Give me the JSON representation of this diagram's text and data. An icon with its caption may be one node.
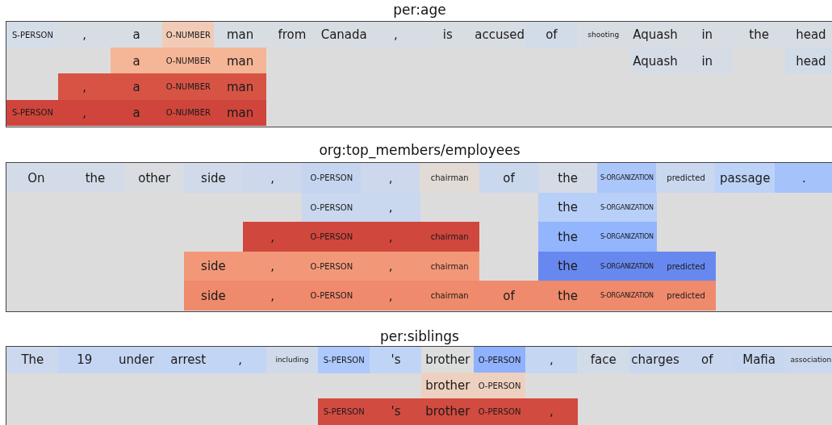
{
  "diagram": {
    "nodes": [
      {
        "text": [
          "per:age"
        ]
      },
      {
        "text": [
          "S-PERSON"
        ],
        "in": 0
      },
      {
        "text": [
          ","
        ],
        "in": 0
      },
      {
        "text": [
          "a"
        ],
        "in": 0
      },
      {
        "text": [
          "O-NUMBER"
        ],
        "in": 0
      },
      {
        "text": [
          "man"
        ],
        "in": 0
      },
      {
        "text": [
          "from"
        ],
        "in": 0
      },
      {
        "text": [
          "Canada"
        ],
        "in": 0
      },
      {
        "text": [
          ","
        ],
        "in": 0
      },
      {
        "text": [
          "is"
        ],
        "in": 0
      },
      {
        "text": [
          "accused"
        ],
        "in": 0
      },
      {
        "text": [
          "of"
        ],
        "in": 0
      },
      {
        "text": [
          "shooting"
        ],
        "in": 0
      },
      {
        "text": [
          "Aquash"
        ],
        "in": 0
      },
      {
        "text": [
          "in"
        ],
        "in": 0
      },
      {
        "text": [
          "the"
        ],
        "in": 0
      },
      {
        "text": [
          "head"
        ],
        "in": 0
      },
      {
        "text": [
          "a"
        ],
        "in": 0
      },
      {
        "text": [
          "O-NUMBER"
        ],
        "in": 0
      },
      {
        "text": [
          "man"
        ],
        "in": 0
      },
      {
        "text": [
          "Aquash"
        ],
        "in": 0
      },
      {
        "text": [
          "in"
        ],
        "in": 0
      },
      {
        "text": [
          "head"
        ],
        "in": 0
      },
      {
        "text": [
          ","
        ],
        "in": 0
      },
      {
        "text": [
          "a"
        ],
        "in": 0
      },
      {
        "text": [
          "O-NUMBER"
        ],
        "in": 0
      },
      {
        "text": [
          "man"
        ],
        "in": 0
      },
      {
        "text": [
          "S-PERSON"
        ],
        "in": 0
      },
      {
        "text": [
          ","
        ],
        "in": 0
      },
      {
        "text": [
          "a"
        ],
        "in": 0
      },
      {
        "text": [
          "O-NUMBER"
        ],
        "in": 0
      },
      {
        "text": [
          "man"
        ],
        "in": 0
      },
      {
        "text": [
          "org:top_members/employees"
        ]
      },
      {
        "text": [
          "On"
        ],
        "in": 32
      },
      {
        "text": [
          "the"
        ],
        "in": 32
      },
      {
        "text": [
          "other"
        ],
        "in": 32
      },
      {
        "text": [
          "side"
        ],
        "in": 32
      },
      {
        "text": [
          ","
        ],
        "in": 32
      },
      {
        "text": [
          "O-PERSON"
        ],
        "in": 32
      },
      {
        "text": [
          ","
        ],
        "in": 32
      },
      {
        "text": [
          "chairman"
        ],
        "in": 32
      },
      {
        "text": [
          "of"
        ],
        "in": 32
      },
      {
        "text": [
          "the"
        ],
        "in": 32
      },
      {
        "text": [
          "S-ORGANIZATION"
        ],
        "in": 32
      },
      {
        "text": [
          "predicted"
        ],
        "in": 32
      },
      {
        "text": [
          "passage"
        ],
        "in": 32
      },
      {
        "text": [
          "."
        ],
        "in": 32
      },
      {
        "text": [
          "O-PERSON"
        ],
        "in": 32
      },
      {
        "text": [
          ","
        ],
        "in": 32
      },
      {
        "text": [
          "the"
        ],
        "in": 32
      },
      {
        "text": [
          "S-ORGANIZATION"
        ],
        "in": 32
      },
      {
        "text": [
          ","
        ],
        "in": 32
      },
      {
        "text": [
          "O-PERSON"
        ],
        "in": 32
      },
      {
        "text": [
          ","
        ],
        "in": 32
      },
      {
        "text": [
          "chairman"
        ],
        "in": 32
      },
      {
        "text": [
          "the"
        ],
        "in": 32
      },
      {
        "text": [
          "S-ORGANIZATION"
        ],
        "in": 32
      },
      {
        "text": [
          "side"
        ],
        "in": 32
      },
      {
        "text": [
          ","
        ],
        "in": 32
      },
      {
        "text": [
          "O-PERSON"
        ],
        "in": 32
      },
      {
        "text": [
          ","
        ],
        "in": 32
      },
      {
        "text": [
          "chairman"
        ],
        "in": 32
      },
      {
        "text": [
          "the"
        ],
        "in": 32
      },
      {
        "text": [
          "S-ORGANIZATION"
        ],
        "in": 32
      },
      {
        "text": [
          "predicted"
        ],
        "in": 32
      },
      {
        "text": [
          "side"
        ],
        "in": 32
      },
      {
        "text": [
          ","
        ],
        "in": 32
      },
      {
        "text": [
          "O-PERSON"
        ],
        "in": 32
      },
      {
        "text": [
          ","
        ],
        "in": 32
      },
      {
        "text": [
          "chairman"
        ],
        "in": 32
      },
      {
        "text": [
          "of"
        ],
        "in": 32
      },
      {
        "text": [
          "the"
        ],
        "in": 32
      },
      {
        "text": [
          "S-ORGANIZATION"
        ],
        "in": 32
      },
      {
        "text": [
          "predicted"
        ],
        "in": 32
      },
      {
        "text": [
          "per:siblings"
        ]
      },
      {
        "text": [
          "The"
        ],
        "in": 74
      },
      {
        "text": [
          "19"
        ],
        "in": 74
      },
      {
        "text": [
          "under"
        ],
        "in": 74
      },
      {
        "text": [
          "arrest"
        ],
        "in": 74
      },
      {
        "text": [
          ","
        ],
        "in": 74
      },
      {
        "text": [
          "including"
        ],
        "in": 74
      },
      {
        "text": [
          "S-PERSON"
        ],
        "in": 74
      },
      {
        "text": [
          "'s"
        ],
        "in": 74
      },
      {
        "text": [
          "brother"
        ],
        "in": 74
      },
      {
        "text": [
          "O-PERSON"
        ],
        "in": 74
      },
      {
        "text": [
          ","
        ],
        "in": 74
      },
      {
        "text": [
          "face"
        ],
        "in": 74
      },
      {
        "text": [
          "charges"
        ],
        "in": 74
      },
      {
        "text": [
          "of"
        ],
        "in": 74
      },
      {
        "text": [
          "Mafia"
        ],
        "in": 74
      },
      {
        "text": [
          "association"
        ],
        "in": 74
      },
      {
        "text": [
          "brother"
        ],
        "in": 74
      },
      {
        "text": [
          "O-PERSON"
        ],
        "in": 74
      },
      {
        "text": [
          "S-PERSON"
        ],
        "in": 74
      },
      {
        "text": [
          "'s"
        ],
        "in": 74
      },
      {
        "text": [
          "brother"
        ],
        "in": 74
      },
      {
        "text": [
          "O-PERSON"
        ],
        "in": 74
      },
      {
        "text": [
          ","
        ],
        "in": 74
      }
    ]
  }
}
